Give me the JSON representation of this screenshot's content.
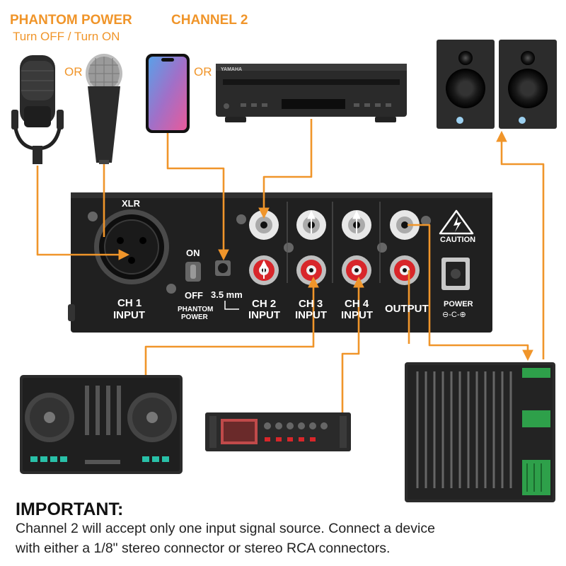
{
  "header": {
    "phantom_title": "PHANTOM POWER",
    "phantom_sub": "Turn OFF / Turn ON",
    "channel2_title": "CHANNEL 2",
    "or_1": "OR",
    "or_2": "OR"
  },
  "panel": {
    "xlr": "XLR",
    "ch1": "CH 1",
    "ch1_input": "INPUT",
    "on": "ON",
    "off": "OFF",
    "phantom": "PHANTOM",
    "power": "POWER",
    "mm": "3.5 mm",
    "ch2": "CH 2",
    "ch2_input": "INPUT",
    "ch3": "CH 3",
    "ch3_input": "INPUT",
    "ch4": "CH 4",
    "ch4_input": "INPUT",
    "output": "OUTPUT",
    "caution": "CAUTION",
    "power_label": "POWER",
    "polarity": "⊖-C-⊕"
  },
  "player_brand": "YAMAHA",
  "note": {
    "title": "IMPORTANT:",
    "line1": "Channel 2 will accept only one input signal source. Connect a device",
    "line2": "with either a 1/8\" stereo connector or stereo RCA connectors."
  },
  "colors": {
    "accent": "#f0952a",
    "panel": "#1c1c1c"
  }
}
